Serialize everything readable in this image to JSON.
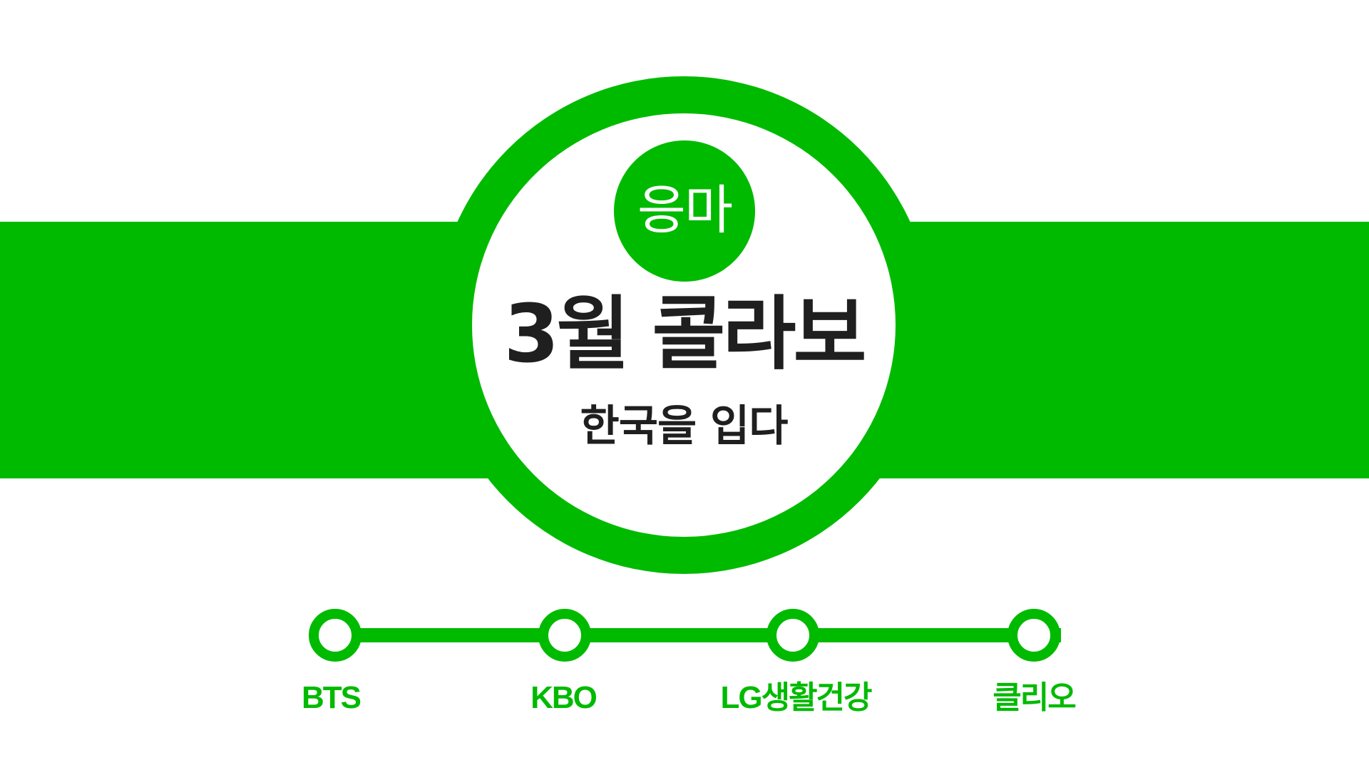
{
  "colors": {
    "brand_green": "#00ba00",
    "text_dark": "#1f1f1f",
    "background": "#ffffff"
  },
  "badge": {
    "label": "응마"
  },
  "title": {
    "main": "3월 콜라보",
    "subtitle": "한국을 입다"
  },
  "timeline": {
    "stops": [
      {
        "label": "BTS"
      },
      {
        "label": "KBO"
      },
      {
        "label": "LG생활건강"
      },
      {
        "label": "클리오"
      }
    ]
  }
}
